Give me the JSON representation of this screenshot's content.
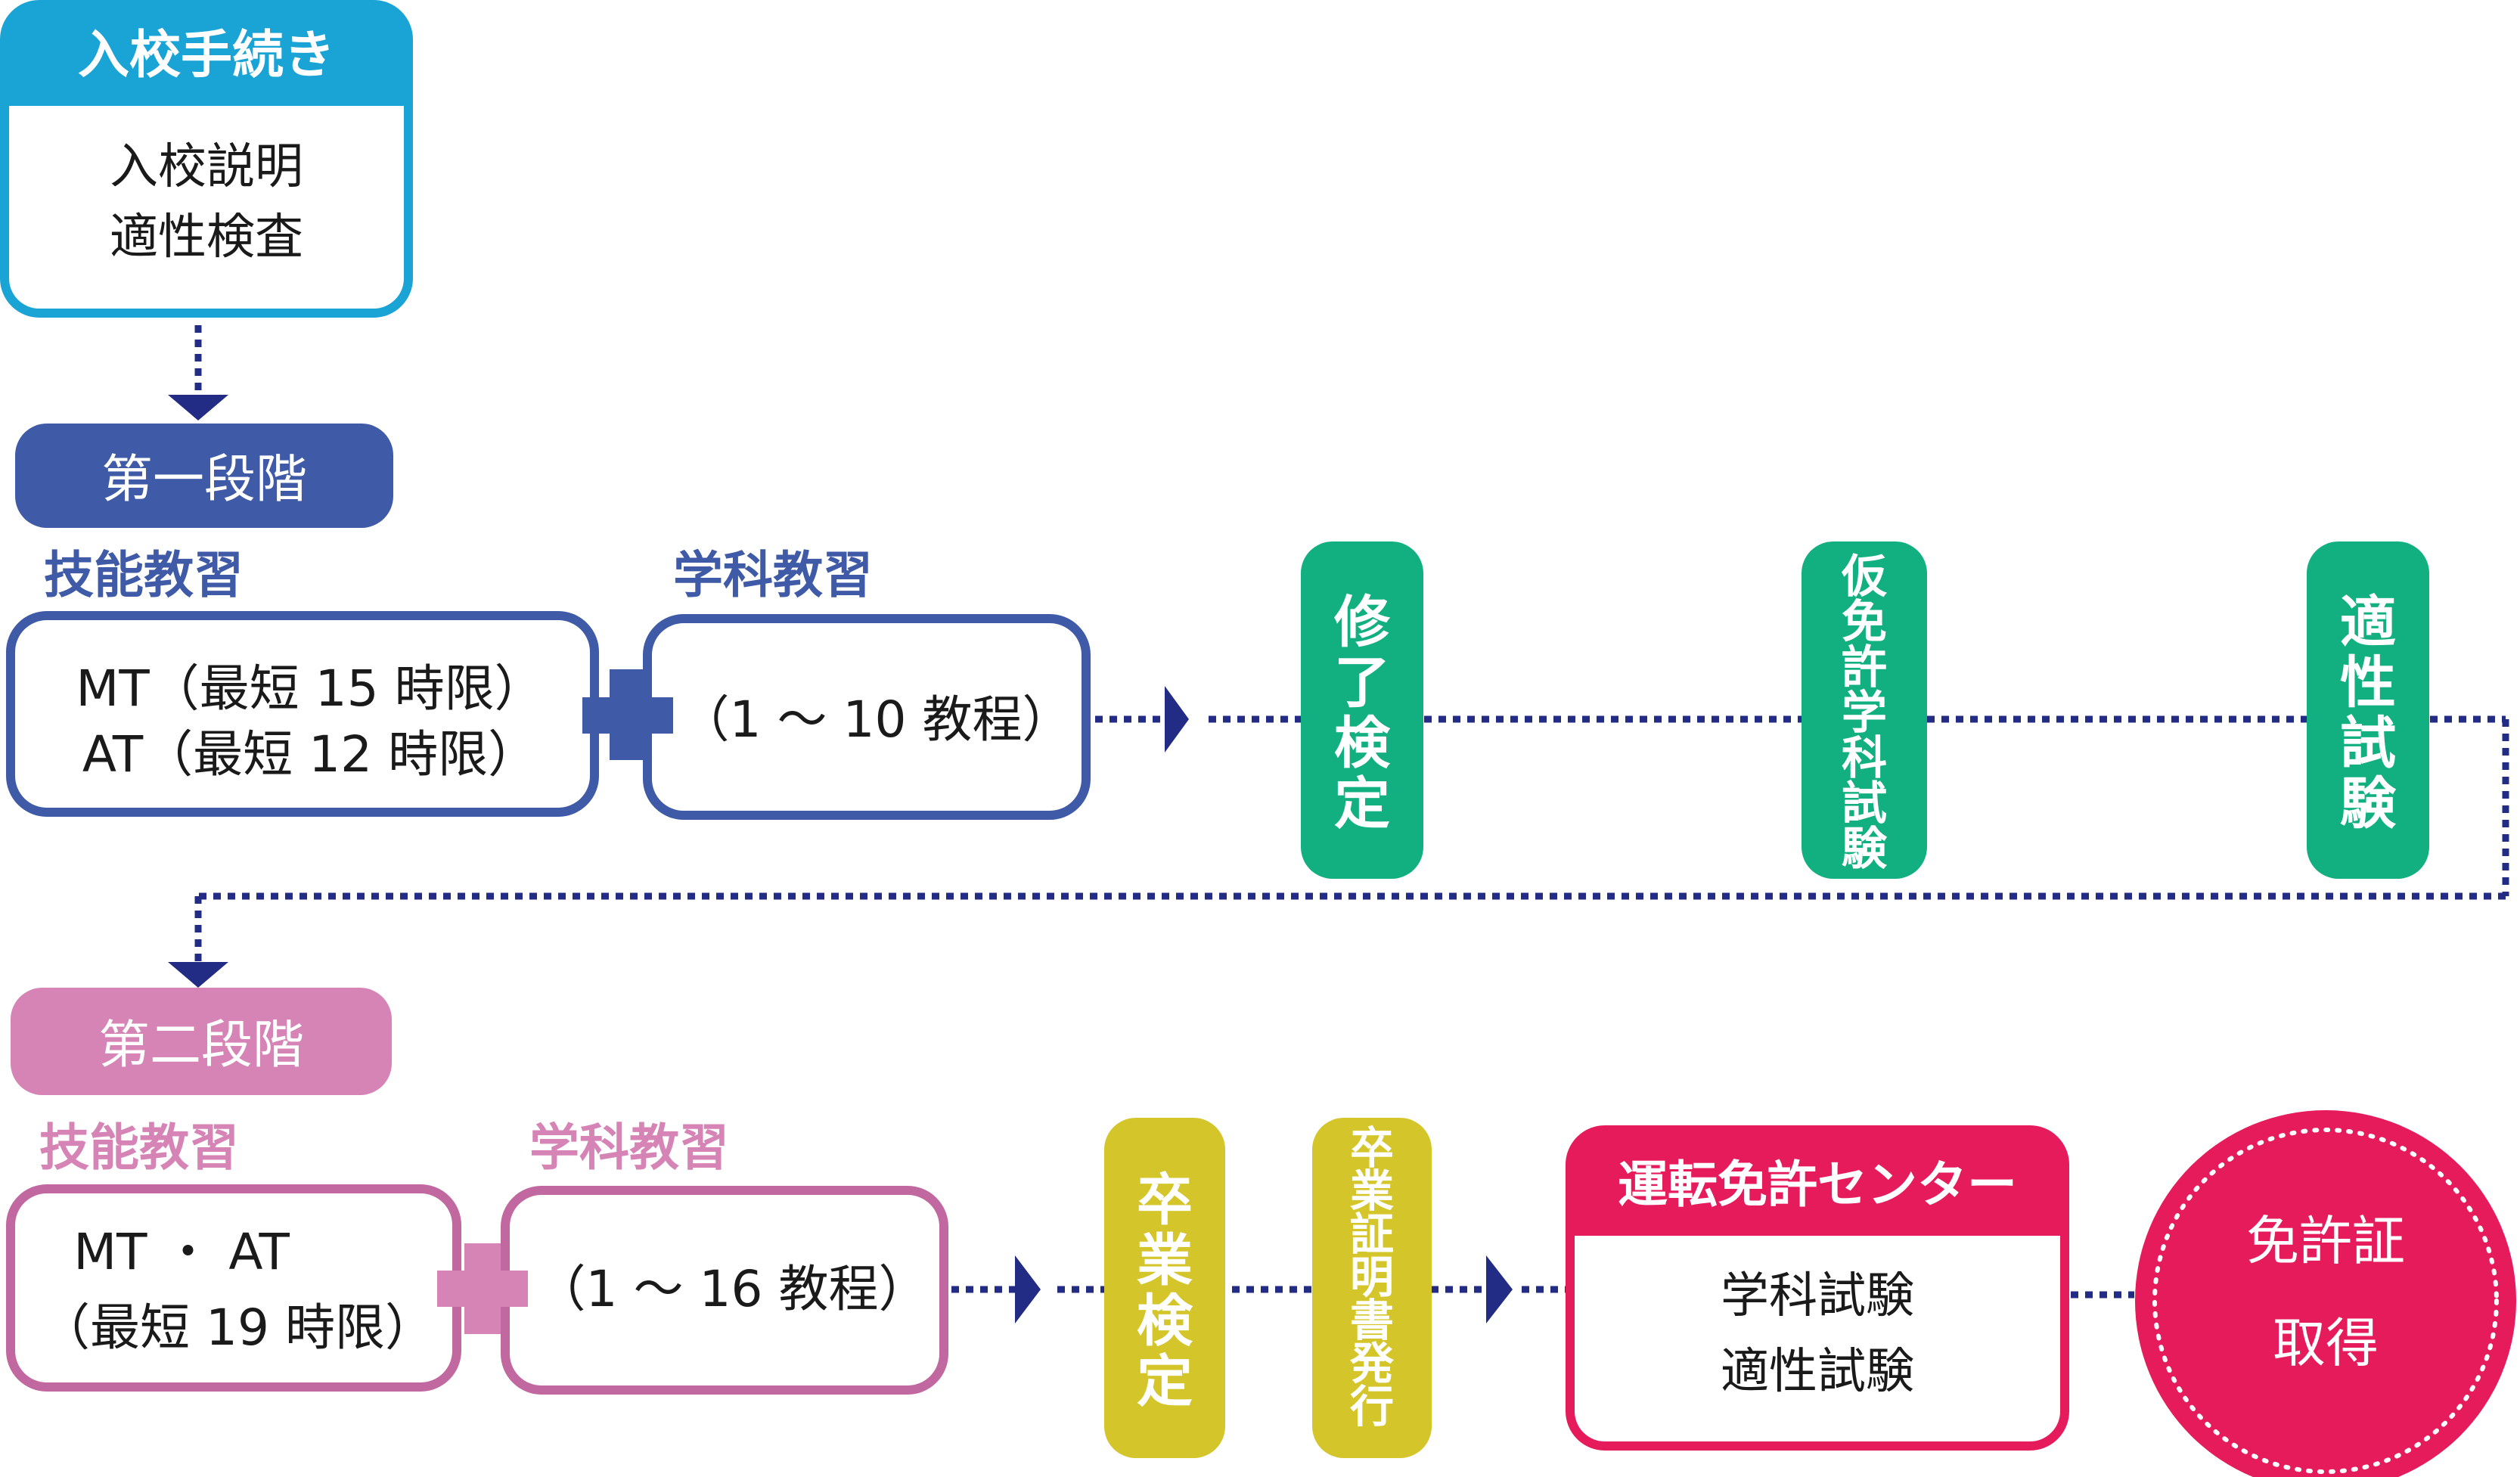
{
  "colors": {
    "cyan": "#1aa4d6",
    "navy": "#3f5aa6",
    "navy_dot": "#232c84",
    "pink": "#d584b5",
    "pink_dark": "#c0689f",
    "green": "#12b080",
    "yellow": "#d4c62a",
    "magenta": "#e61b5c",
    "white": "#ffffff",
    "text": "#1a1a1a"
  },
  "enrollment": {
    "title": "入校手続き",
    "lines": [
      "入校説明",
      "適性検査"
    ]
  },
  "stage1": {
    "badge": "第一段階",
    "practical_heading": "技能教習",
    "practical_lines": [
      "MT（最短 15 時限）",
      "AT（最短 12 時限）"
    ],
    "theory_heading": "学科教習",
    "theory_text": "（1 ～ 10 教程）",
    "checkpoints": [
      "修了検定",
      "仮免許学科試験",
      "適性試験"
    ]
  },
  "stage2": {
    "badge": "第二段階",
    "practical_heading": "技能教習",
    "practical_lines": [
      "MT ・ AT",
      "（最短 19 時限）"
    ],
    "theory_heading": "学科教習",
    "theory_text": "（1 ～ 16 教程）",
    "graduation_exam": "卒業検定",
    "certificate": "卒業証明書発行"
  },
  "center": {
    "title": "運転免許センター",
    "lines": [
      "学科試験",
      "適性試験"
    ]
  },
  "license": {
    "lines": [
      "免許証",
      "取得"
    ]
  },
  "icons": {
    "plus1": "plus-icon",
    "plus2": "plus-icon",
    "arrows": "triangle-arrow-icon"
  }
}
